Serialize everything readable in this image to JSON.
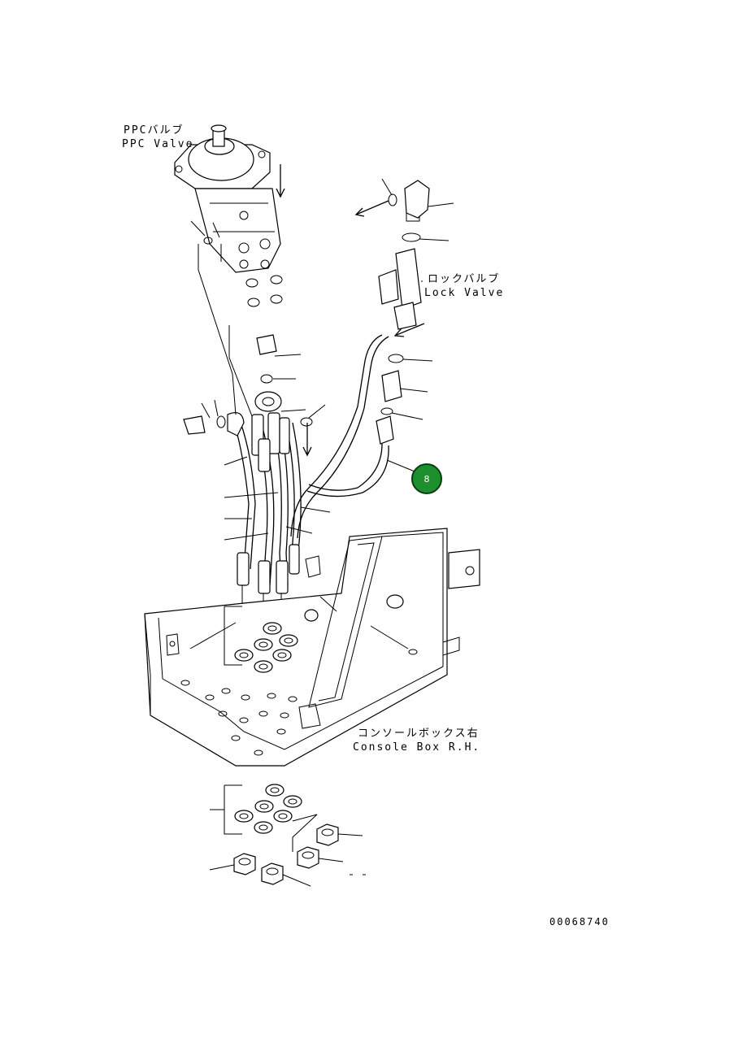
{
  "labels": {
    "ppc_valve_jp": "PPCバルブ",
    "ppc_valve_en": "PPC Valve",
    "lock_valve_jp": "ロックバルブ",
    "lock_valve_en": "Lock Valve",
    "console_box_jp": "コンソールボックス右",
    "console_box_en": "Console Box R.H.",
    "drawing_number": "00068740"
  },
  "callout": {
    "number": "8",
    "color": "#1d8f2f"
  }
}
